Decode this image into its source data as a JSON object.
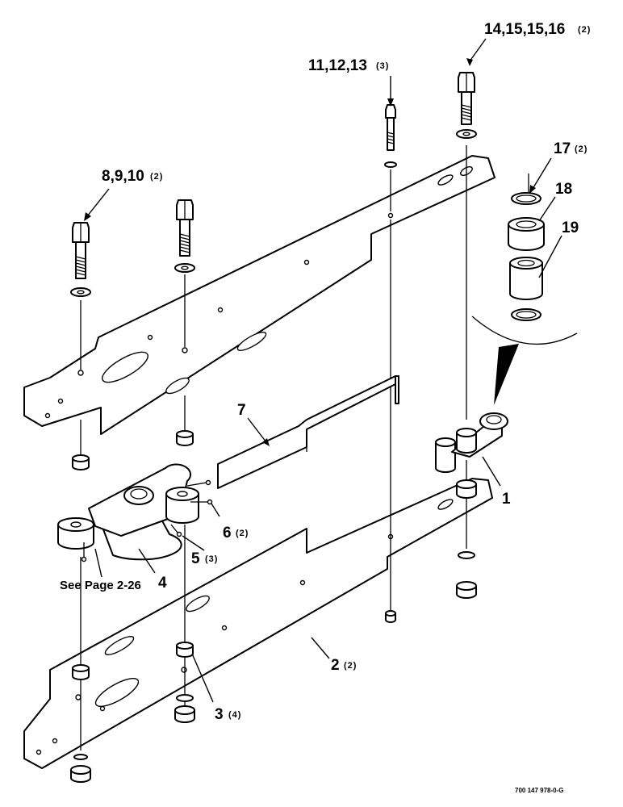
{
  "labels": {
    "l_14": "14,15,15,16",
    "l_14_qty": "(2)",
    "l_11": "11,12,13",
    "l_11_qty": "(3)",
    "l_17": "17",
    "l_17_qty": "(2)",
    "l_18": "18",
    "l_19": "19",
    "l_8": "8,9,10",
    "l_8_qty": "(2)",
    "l_7": "7",
    "l_1": "1",
    "l_6": "6",
    "l_6_qty": "(2)",
    "l_5": "5",
    "l_5_qty": "(3)",
    "l_see_page": "See Page 2-26",
    "l_4": "4",
    "l_2": "2",
    "l_2_qty": "(2)",
    "l_3": "3",
    "l_3_qty": "(4)"
  },
  "drawing_number": "700 147 978-0-G"
}
